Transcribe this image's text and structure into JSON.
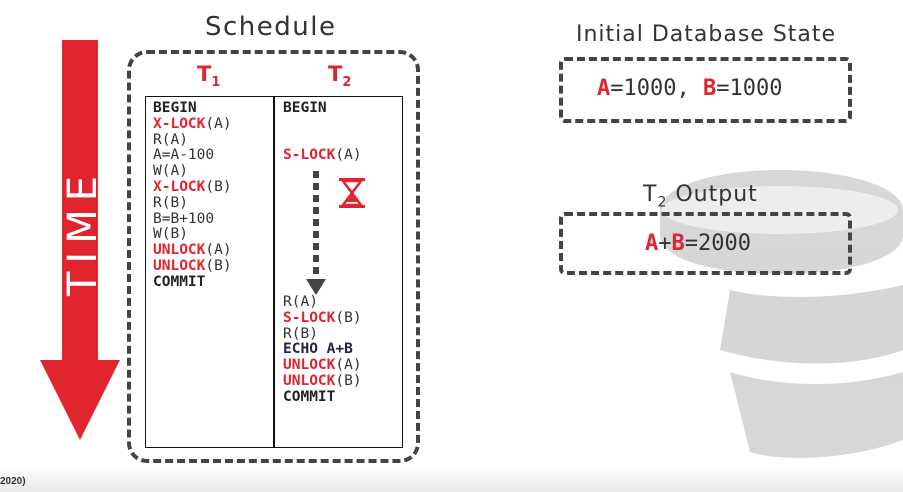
{
  "footer": {
    "text": "2020)"
  },
  "time_label": "TIME",
  "schedule": {
    "title": "Schedule",
    "t1_label": "T",
    "t1_sub": "1",
    "t2_label": "T",
    "t2_sub": "2",
    "t1_ops": [
      {
        "kw": "BEGIN",
        "arg": ""
      },
      {
        "lock": "X-LOCK",
        "arg": "(A)"
      },
      {
        "plain": "R(A)"
      },
      {
        "plain": "A=A-100"
      },
      {
        "plain": "W(A)"
      },
      {
        "lock": "X-LOCK",
        "arg": "(B)"
      },
      {
        "plain": "R(B)"
      },
      {
        "plain": "B=B+100"
      },
      {
        "plain": "W(B)"
      },
      {
        "lock": "UNLOCK",
        "arg": "(A)"
      },
      {
        "lock": "UNLOCK",
        "arg": "(B)"
      },
      {
        "kw": "COMMIT",
        "arg": ""
      }
    ],
    "t2_ops_top": [
      {
        "kw": "BEGIN",
        "arg": ""
      },
      {
        "plain": ""
      },
      {
        "plain": ""
      },
      {
        "lock": "S-LOCK",
        "arg": "(A)"
      }
    ],
    "t2_ops_bottom": [
      {
        "plain": "R(A)"
      },
      {
        "lock": "S-LOCK",
        "arg": "(B)"
      },
      {
        "plain": "R(B)"
      },
      {
        "echo": "ECHO A+B"
      },
      {
        "lock": "UNLOCK",
        "arg": "(A)"
      },
      {
        "lock": "UNLOCK",
        "arg": "(B)"
      },
      {
        "kw": "COMMIT",
        "arg": ""
      }
    ],
    "wait_icon": "hourglass-icon"
  },
  "initial_state": {
    "title": "Initial Database State",
    "var_a": "A",
    "val_a": "=1000, ",
    "var_b": "B",
    "val_b": "=1000"
  },
  "t2_output": {
    "title_prefix": "T",
    "title_sub": "2",
    "title_suffix": " Output",
    "var_a": "A",
    "plus": "+",
    "var_b": "B",
    "result": "=2000"
  },
  "colors": {
    "accent": "#e0252f",
    "dark": "#444444",
    "echo": "#24244a"
  }
}
